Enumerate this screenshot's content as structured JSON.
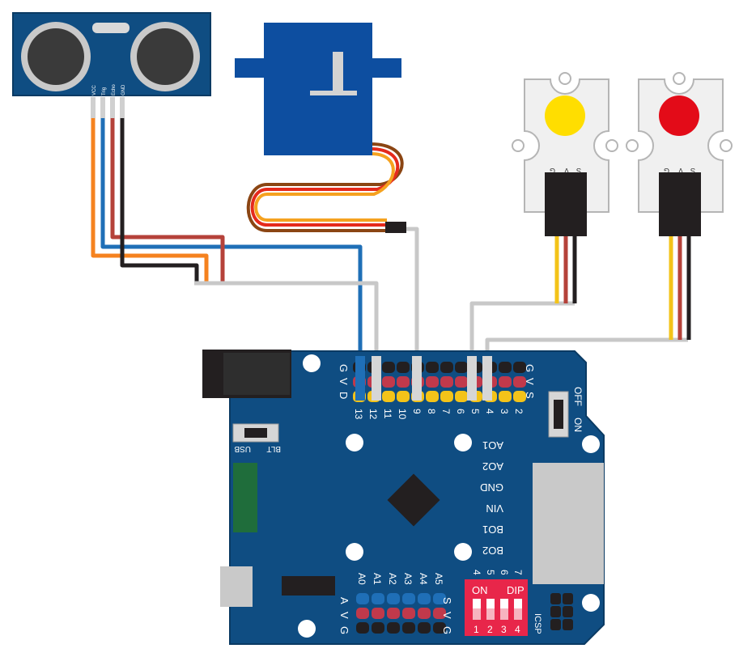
{
  "ultrasonic": {
    "pins": [
      "VCC",
      "Trig",
      "Echo",
      "GND"
    ]
  },
  "led_modules": [
    {
      "color": "#ffde00",
      "pins": [
        "G",
        "V",
        "S"
      ]
    },
    {
      "color": "#e30b18",
      "pins": [
        "G",
        "V",
        "S"
      ]
    }
  ],
  "board": {
    "header_left_labels": [
      "G",
      "V",
      "D"
    ],
    "header_right_labels": [
      "G",
      "V",
      "S"
    ],
    "digital_pins": [
      "13",
      "12",
      "11",
      "10",
      "9",
      "8",
      "7",
      "6",
      "5",
      "4",
      "3",
      "2"
    ],
    "switch_off": "OFF",
    "switch_on": "ON",
    "usb_label": "USB",
    "blt_label": "BLT",
    "right_labels": [
      "AO1",
      "AO2",
      "GND",
      "VIN",
      "BO1",
      "BO2"
    ],
    "analog_pins": [
      "A0",
      "A1",
      "A2",
      "A3",
      "A4",
      "A5"
    ],
    "analog_row_left": [
      "A",
      "V",
      "G"
    ],
    "analog_row_right": [
      "S",
      "V",
      "G"
    ],
    "dip_label_on": "ON",
    "dip_label_dip": "DIP",
    "dip_top_numbers": [
      "4",
      "5",
      "6",
      "7"
    ],
    "dip_bottom_numbers": [
      "1",
      "2",
      "3",
      "4"
    ],
    "icsp_label": "ICSP"
  },
  "colors": {
    "board": "#0f4d82",
    "wire_gray": "#c8c8c8",
    "wire_blue": "#1f6fb7",
    "wire_orange": "#f5821f",
    "wire_red": "#b5423a",
    "wire_black": "#231f20",
    "servo": "#0d4ea0"
  }
}
